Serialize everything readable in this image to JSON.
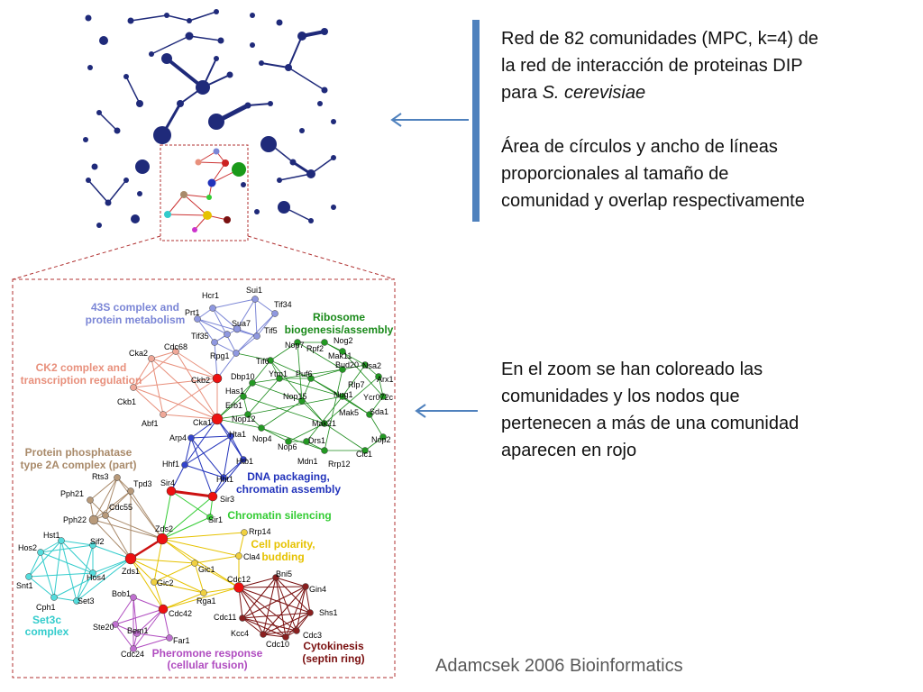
{
  "caption_top": {
    "line1": "Red de 82 comunidades (MPC, k=4) de",
    "line2": "la red de interacción de proteinas DIP",
    "line3_prefix": "para ",
    "line3_italic": "S. cerevisiae",
    "para2_line1": "Área de círculos y ancho de líneas",
    "para2_line2": "proporcionales al tamaño de",
    "para2_line3": "comunidad y overlap respectivamente"
  },
  "caption_bottom": {
    "line1": "En el zoom se han coloreado las",
    "line2": "comunidades y los nodos que",
    "line3": "pertenecen a más de una comunidad",
    "line4": "aparecen en rojo"
  },
  "citation": "Adamcsek 2006 Bioinformatics",
  "communities": [
    {
      "label_lines": [
        "43S complex and",
        "protein metabolism"
      ],
      "color": "#7b86d6"
    },
    {
      "label_lines": [
        "Ribosome",
        "biogenesis/assembly"
      ],
      "color": "#1a8a1a"
    },
    {
      "label_lines": [
        "CK2 complex and",
        "transcription regulation"
      ],
      "color": "#e8907c"
    },
    {
      "label_lines": [
        "Protein phosphatase",
        "type 2A complex (part)"
      ],
      "color": "#a98a6a"
    },
    {
      "label_lines": [
        "DNA packaging,",
        "chromatin assembly"
      ],
      "color": "#2233bb"
    },
    {
      "label_lines": [
        "Chromatin silencing"
      ],
      "color": "#33cc33"
    },
    {
      "label_lines": [
        "Cell polarity,",
        "budding"
      ],
      "color": "#e6c200"
    },
    {
      "label_lines": [
        "Set3c",
        "complex"
      ],
      "color": "#33cccc"
    },
    {
      "label_lines": [
        "Cytokinesis",
        "(septin ring)"
      ],
      "color": "#7a1010"
    },
    {
      "label_lines": [
        "Pheromone response",
        "(cellular fusion)"
      ],
      "color": "#b04cc0"
    }
  ],
  "proteins": [
    "Hcr1",
    "Sui1",
    "Tif34",
    "Prt1",
    "Sua7",
    "Tif5",
    "Tif35",
    "Rpg1",
    "Cka2",
    "Cdc68",
    "Ckb2",
    "Ckb1",
    "Abf1",
    "Cka1",
    "Nop7",
    "Rpf2",
    "Nog2",
    "Mak11",
    "Nsa2",
    "Tif6",
    "Bud20",
    "Arx1",
    "Dbp10",
    "Ytm1",
    "Puf6",
    "Rlp7",
    "Has1",
    "Nop15",
    "Nug1",
    "Ycr072c",
    "Erb1",
    "Mak5",
    "Sda1",
    "Nop12",
    "Mak21",
    "Nop4",
    "Nop6",
    "Drs1",
    "Nop2",
    "Cic1",
    "Mdn1",
    "Rrp12",
    "Arp4",
    "Hta1",
    "Hhf1",
    "Htb1",
    "Hht1",
    "Sir4",
    "Sir3",
    "Sir1",
    "Rts3",
    "Tpd3",
    "Pph21",
    "Cdc55",
    "Pph22",
    "Zds2",
    "Rrp14",
    "Hst1",
    "Sif2",
    "Hos2",
    "Hos4",
    "Zds1",
    "Cla4",
    "Gic1",
    "Gic2",
    "Snt1",
    "Cph1",
    "Set3",
    "Bob1",
    "Rga1",
    "Cdc12",
    "Bni5",
    "Gin4",
    "Cdc11",
    "Ste20",
    "Cdc42",
    "Bem1",
    "Far1",
    "Shs1",
    "Kcc4",
    "Cdc3",
    "Cdc10",
    "Cdc24"
  ]
}
